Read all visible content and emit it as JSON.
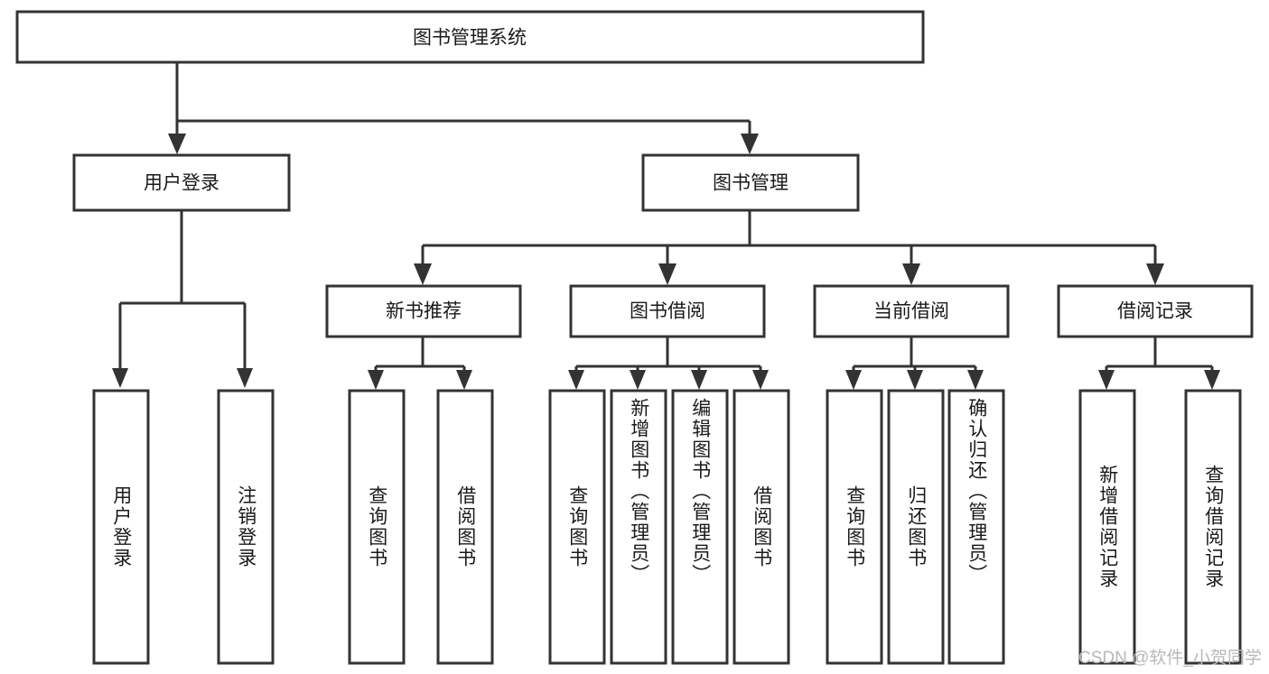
{
  "diagram": {
    "title": "图书管理系统",
    "type": "tree",
    "root": {
      "id": "root",
      "label": "图书管理系统",
      "orientation": "horizontal"
    },
    "level2": [
      {
        "id": "user-login",
        "label": "用户登录",
        "orientation": "horizontal"
      },
      {
        "id": "book-manage",
        "label": "图书管理",
        "orientation": "horizontal"
      }
    ],
    "level3": [
      {
        "id": "new-book-recommend",
        "label": "新书推荐",
        "orientation": "horizontal",
        "parent": "book-manage"
      },
      {
        "id": "book-borrow",
        "label": "图书借阅",
        "orientation": "horizontal",
        "parent": "book-manage"
      },
      {
        "id": "current-borrow",
        "label": "当前借阅",
        "orientation": "horizontal",
        "parent": "book-manage"
      },
      {
        "id": "borrow-record",
        "label": "借阅记录",
        "orientation": "horizontal",
        "parent": "book-manage"
      }
    ],
    "leaves": [
      {
        "id": "leaf-user-login",
        "label": "用户登录",
        "orientation": "vertical",
        "parent": "user-login"
      },
      {
        "id": "leaf-logout-login",
        "label": "注销登录",
        "orientation": "vertical",
        "parent": "user-login"
      },
      {
        "id": "leaf-query-book-1",
        "label": "查询图书",
        "orientation": "vertical",
        "parent": "new-book-recommend"
      },
      {
        "id": "leaf-borrow-book-1",
        "label": "借阅图书",
        "orientation": "vertical",
        "parent": "new-book-recommend"
      },
      {
        "id": "leaf-query-book-2",
        "label": "查询图书",
        "orientation": "vertical",
        "parent": "book-borrow"
      },
      {
        "id": "leaf-add-book",
        "label": "新增图书（管理员）",
        "orientation": "vertical",
        "parent": "book-borrow"
      },
      {
        "id": "leaf-edit-book",
        "label": "编辑图书（管理员）",
        "orientation": "vertical",
        "parent": "book-borrow"
      },
      {
        "id": "leaf-borrow-book-2",
        "label": "借阅图书",
        "orientation": "vertical",
        "parent": "book-borrow"
      },
      {
        "id": "leaf-query-book-3",
        "label": "查询图书",
        "orientation": "vertical",
        "parent": "current-borrow"
      },
      {
        "id": "leaf-return-book",
        "label": "归还图书",
        "orientation": "vertical",
        "parent": "current-borrow"
      },
      {
        "id": "leaf-confirm-return",
        "label": "确认归还（管理员）",
        "orientation": "vertical",
        "parent": "current-borrow"
      },
      {
        "id": "leaf-add-record",
        "label": "新增借阅记录",
        "orientation": "vertical",
        "parent": "borrow-record"
      },
      {
        "id": "leaf-query-record",
        "label": "查询借阅记录",
        "orientation": "vertical",
        "parent": "borrow-record"
      }
    ],
    "watermark": "CSDN @软件_小贺同学",
    "colors": {
      "stroke": "#333333",
      "fill": "#ffffff",
      "text": "#1a1a1a",
      "watermark": "#b8b8b8"
    }
  }
}
